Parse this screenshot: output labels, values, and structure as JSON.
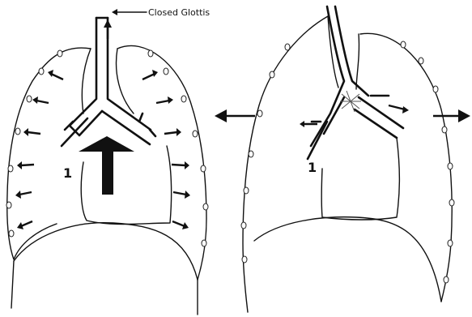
{
  "labels": {
    "glottis": "Closed Glottis",
    "left_marker": "1",
    "right_marker": "1"
  }
}
